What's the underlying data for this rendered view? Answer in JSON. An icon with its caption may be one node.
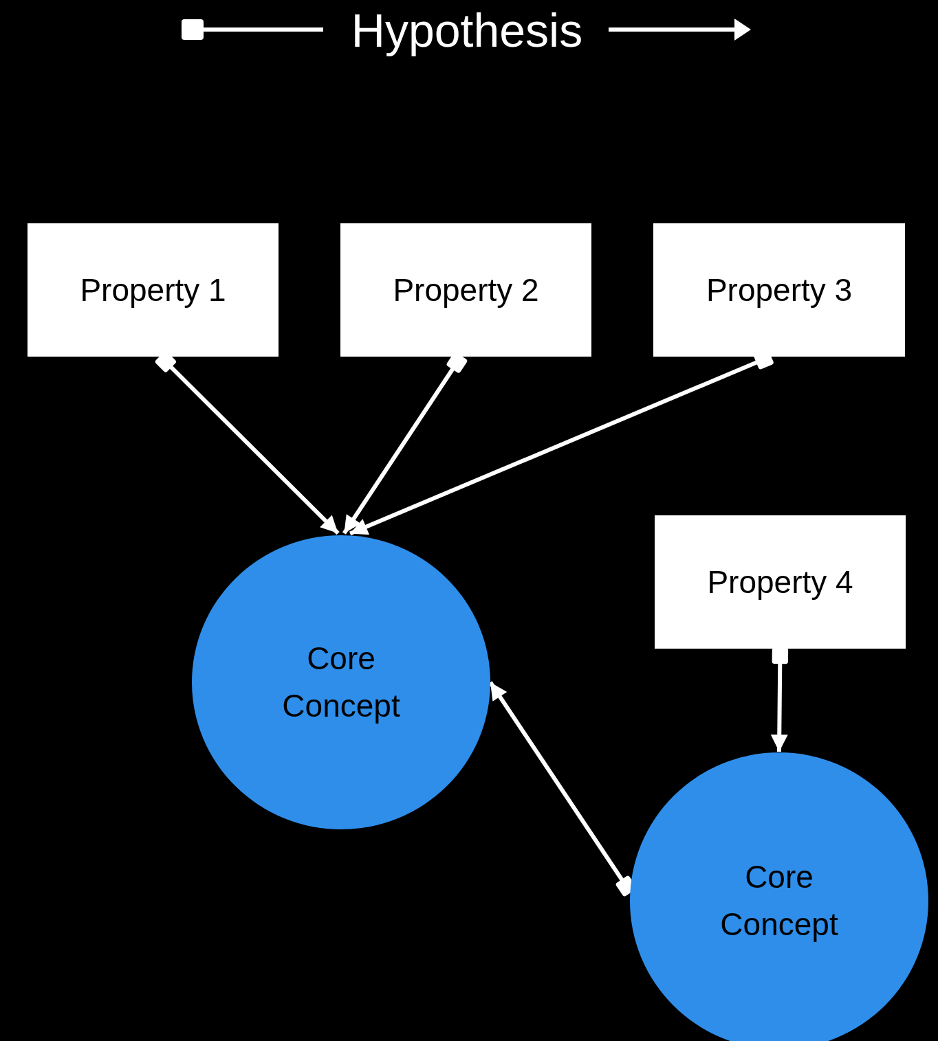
{
  "diagram": {
    "title": "Hypothesis",
    "nodes": [
      {
        "text": [
          "Property 1"
        ]
      },
      {
        "text": [
          "Property 2"
        ]
      },
      {
        "text": [
          "Property 3"
        ]
      },
      {
        "text": [
          "Property 4"
        ]
      },
      {
        "text": [
          "Core Concept"
        ]
      },
      {
        "text": [
          "Core Concept"
        ]
      }
    ],
    "edges": [
      {
        "from": 0,
        "to": 4,
        "arrow": "to"
      },
      {
        "from": 1,
        "to": 4,
        "arrow": "to"
      },
      {
        "from": 2,
        "to": 4,
        "arrow": "to"
      },
      {
        "from": 3,
        "to": 5,
        "arrow": "to"
      },
      {
        "from": 5,
        "to": 4,
        "arrow": "to"
      }
    ]
  }
}
